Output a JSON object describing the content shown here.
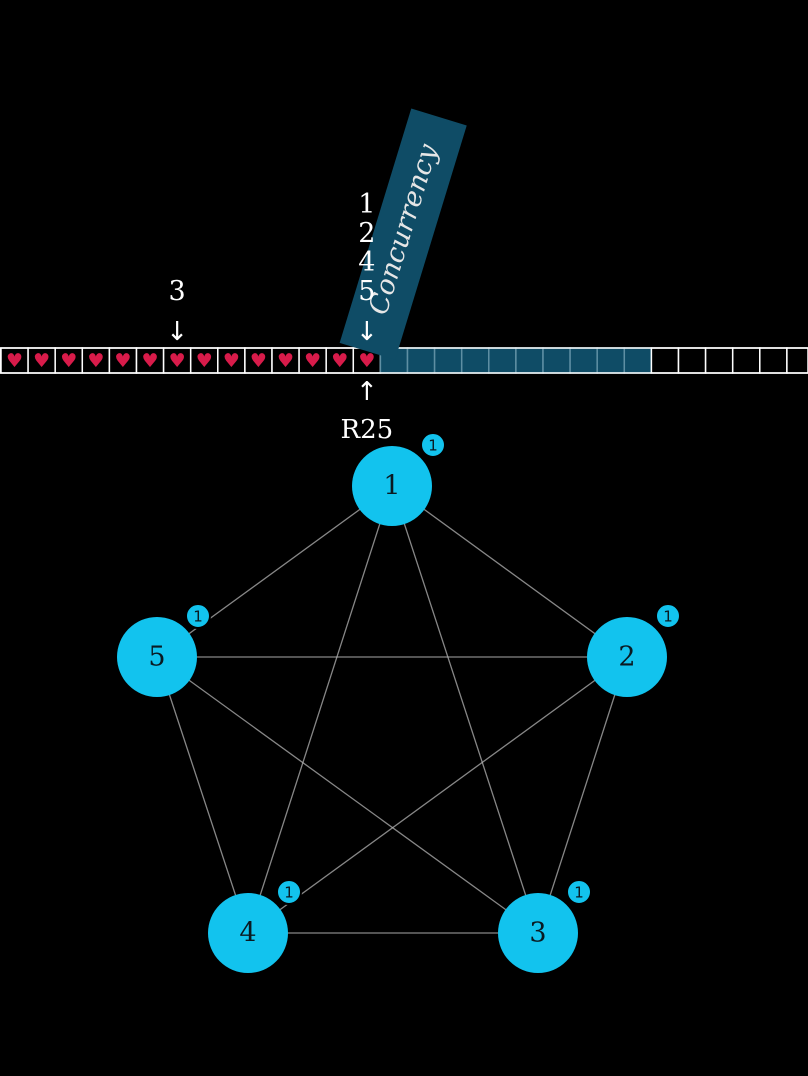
{
  "concurrency_label": "Concurrency",
  "log": {
    "total_slots": 30,
    "committed_slots": 14,
    "concurrency_slots": 10,
    "entry_symbol": "♥",
    "colors": {
      "background": "#000000",
      "cell_border": "#ffffff",
      "heart": "#d81b4a",
      "concurrency_fill": "#0f4c66",
      "concurrency_label_bg": "#0f4c66",
      "node": "#12c3ee",
      "edge": "#b4b4b4"
    }
  },
  "markers": {
    "upper": [
      {
        "slot": 7,
        "labels": [
          "3"
        ],
        "arrow": "↓"
      },
      {
        "slot": 14,
        "labels": [
          "1",
          "2",
          "4",
          "5"
        ],
        "arrow": "↓"
      }
    ],
    "lower": [
      {
        "slot": 14,
        "arrow": "↑",
        "label": "R25"
      }
    ]
  },
  "graph": {
    "nodes": [
      {
        "id": "1",
        "badge": "1"
      },
      {
        "id": "2",
        "badge": "1"
      },
      {
        "id": "3",
        "badge": "1"
      },
      {
        "id": "4",
        "badge": "1"
      },
      {
        "id": "5",
        "badge": "1"
      }
    ],
    "edges": [
      [
        "1",
        "2"
      ],
      [
        "1",
        "3"
      ],
      [
        "1",
        "4"
      ],
      [
        "1",
        "5"
      ],
      [
        "2",
        "3"
      ],
      [
        "2",
        "4"
      ],
      [
        "2",
        "5"
      ],
      [
        "3",
        "4"
      ],
      [
        "3",
        "5"
      ],
      [
        "4",
        "5"
      ]
    ]
  }
}
